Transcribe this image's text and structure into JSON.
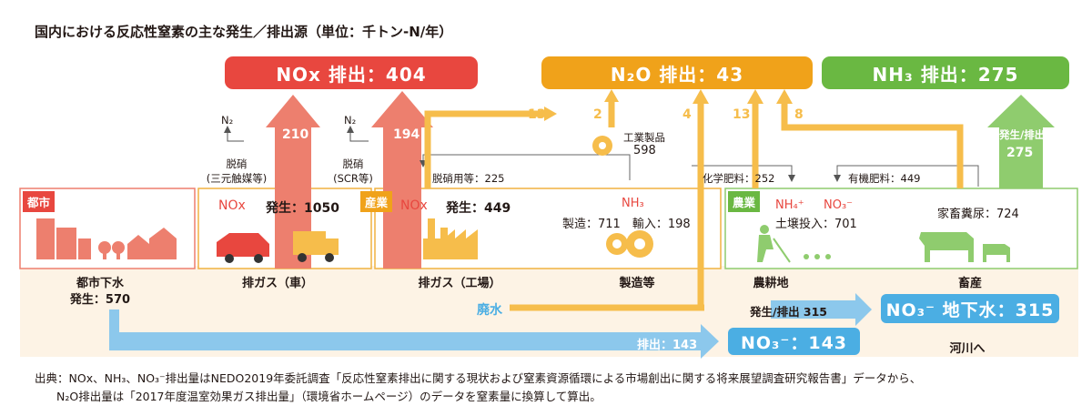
{
  "title": "国内における反応性窒素の主な発生／排出源（単位：千トン-N/年）",
  "pills": {
    "nox": "NOx 排出：404",
    "n2o": "N₂O 排出：43",
    "nh3": "NH₃ 排出：275",
    "no3_gw": "NO₃⁻ 地下水：315",
    "no3_river": "NO₃⁻：143"
  },
  "flows": {
    "v210": "210",
    "v194": "194",
    "v13a": "13",
    "v2": "2",
    "v4": "4",
    "v13b": "13",
    "v8": "8",
    "nh3_emit": "発生/排出",
    "v275": "275",
    "gw": "発生/排出 315",
    "river": "排出：143"
  },
  "labels": {
    "n2_a": "N₂",
    "n2_b": "N₂",
    "denitr_a1": "脱硝",
    "denitr_a2": "(三元触媒等)",
    "denitr_b1": "脱硝",
    "denitr_b2": "(SCR等)",
    "denitr_use": "脱硝用等：225",
    "ind_prod": "工業製品",
    "ind_prod_val": "598",
    "chem_fert": "化学肥料：252",
    "org_fert": "有機肥料：449"
  },
  "sectors": {
    "city_tag": "都市",
    "industry_tag": "産業",
    "agri_tag": "農業",
    "car_nox": "NOx",
    "car_gen": "発生：1050",
    "fac_nox": "NOx",
    "fac_gen": "発生：449",
    "nh3": "NH₃",
    "nh3_detail": "製造：711　輸入：198",
    "agri_nh4": "NH₄⁺",
    "agri_no3": "NO₃⁻",
    "agri_soil": "土壌投入：701",
    "manure": "家畜糞尿：724"
  },
  "bottom": {
    "city": "都市下水",
    "city_gen": "発生：570",
    "car": "排ガス（車）",
    "factory": "排ガス（工場）",
    "mfg": "製造等",
    "farm": "農耕地",
    "livestock": "畜産",
    "waste_water": "廃水",
    "to_river": "河川へ"
  },
  "footnote": {
    "line1": "出典：NOx、NH₃、NO₃⁻排出量はNEDO2019年委託調査「反応性窒素排出に関する現状および窒素資源循環による市場創出に関する将来展望調査研究報告書」データから、",
    "line2": "N₂O排出量は「2017年度温室効果ガス排出量」（環境省ホームページ）のデータを窒素量に換算して算出。"
  },
  "colors": {
    "red": "#e8473f",
    "red_arrow": "#ed7f6e",
    "orange": "#f0a21a",
    "green": "#6ab842",
    "green_arrow": "#8fcc6e",
    "blue": "#4baee3",
    "blue_arrow": "#8cc8ec",
    "beige": "#fdf3e5"
  }
}
